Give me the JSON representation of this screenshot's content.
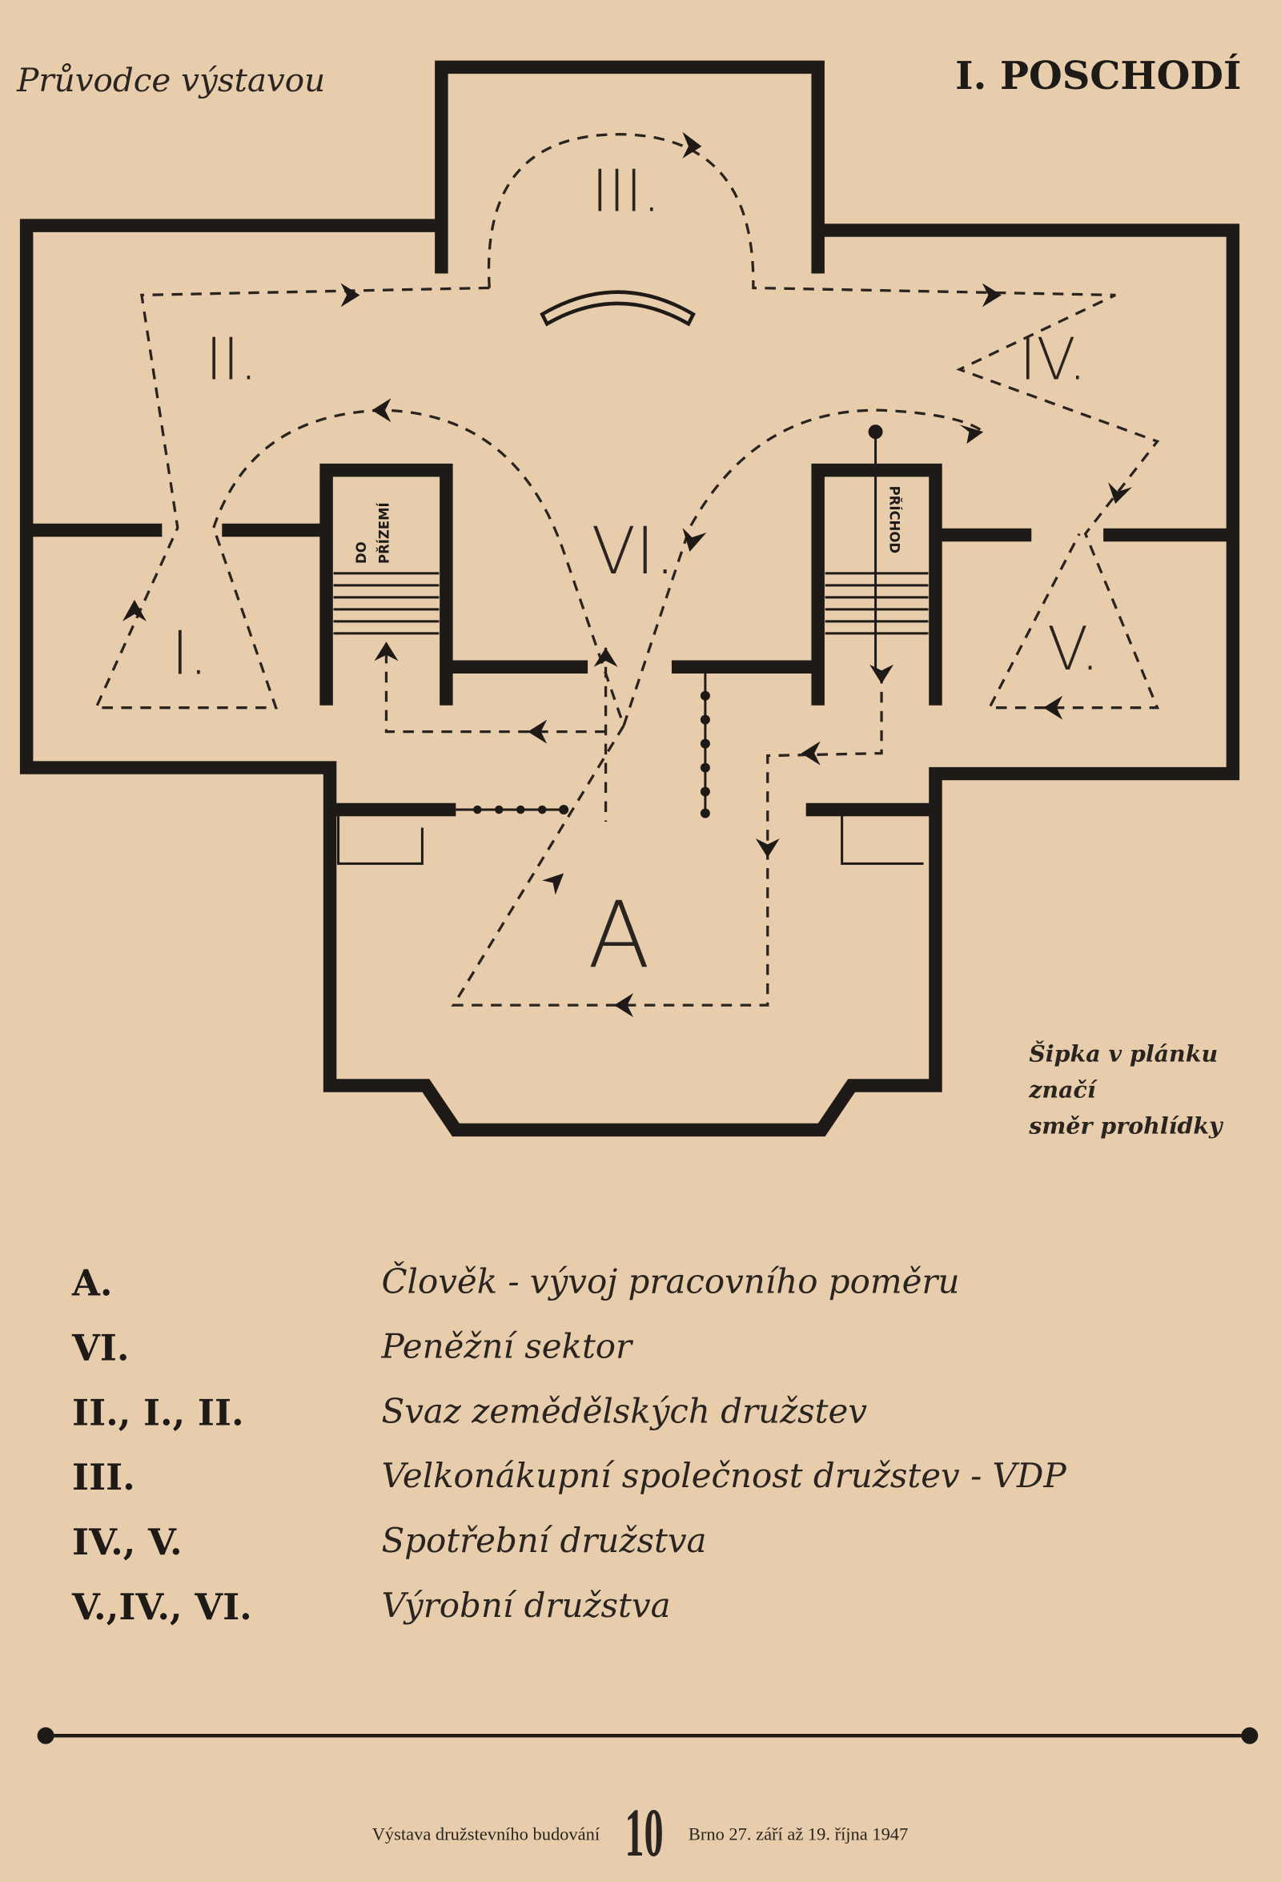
{
  "header": {
    "guide_title": "Průvodce výstavou",
    "floor_title": "I. POSCHODÍ"
  },
  "plan": {
    "rooms": {
      "III": "III.",
      "II": "II.",
      "IV": "IV.",
      "VI": "VI.",
      "I": "I.",
      "V": "V.",
      "A": "A"
    },
    "stairs": {
      "left_line1": "DO",
      "left_line2": "PŘÍZEMÍ",
      "right": "PŘÍCHOD"
    },
    "note": [
      "Šipka v plánku",
      "značí",
      "směr prohlídky"
    ]
  },
  "legend": [
    {
      "code": "A.",
      "description": "Člověk - vývoj pracovního poměru"
    },
    {
      "code": "VI.",
      "description": "Peněžní sektor"
    },
    {
      "code": "II., I., II.",
      "description": "Svaz zemědělských družstev"
    },
    {
      "code": "III.",
      "description": "Velkonákupní společnost družstev - VDP"
    },
    {
      "code": "IV., V.",
      "description": "Spotřební družstva"
    },
    {
      "code": "V.,IV., VI.",
      "description": "Výrobní družstva"
    }
  ],
  "footer": {
    "left": "Výstava družstevního budování",
    "page_number": "10",
    "right": "Brno 27. září až 19. října 1947"
  }
}
